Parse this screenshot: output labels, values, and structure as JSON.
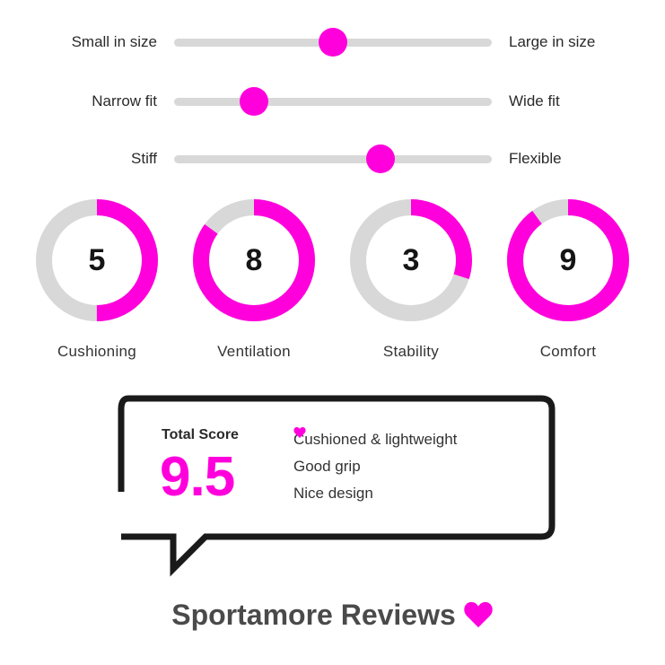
{
  "sliders": [
    {
      "left_label": "Small in size",
      "right_label": "Large in size",
      "value": 0.5
    },
    {
      "left_label": "Narrow fit",
      "right_label": "Wide fit",
      "value": 0.25
    },
    {
      "left_label": "Stiff",
      "right_label": "Flexible",
      "value": 0.65
    }
  ],
  "ratings": [
    {
      "label": "Cushioning",
      "value": "5",
      "fraction": 0.5
    },
    {
      "label": "Ventilation",
      "value": "8",
      "fraction": 0.85
    },
    {
      "label": "Stability",
      "value": "3",
      "fraction": 0.3
    },
    {
      "label": "Comfort",
      "value": "9",
      "fraction": 0.9
    }
  ],
  "score": {
    "label": "Total Score",
    "value": "9.5",
    "pros": [
      "Cushioned & lightweight",
      "Good grip",
      "Nice design"
    ]
  },
  "brand": {
    "name": "Sportamore Reviews"
  },
  "colors": {
    "accent": "#ff00dd",
    "track": "#d8d8d8",
    "dark": "#1a1a1a"
  },
  "icons": {
    "pro_bullet": "heart-icon",
    "brand_mark": "heart-icon"
  }
}
